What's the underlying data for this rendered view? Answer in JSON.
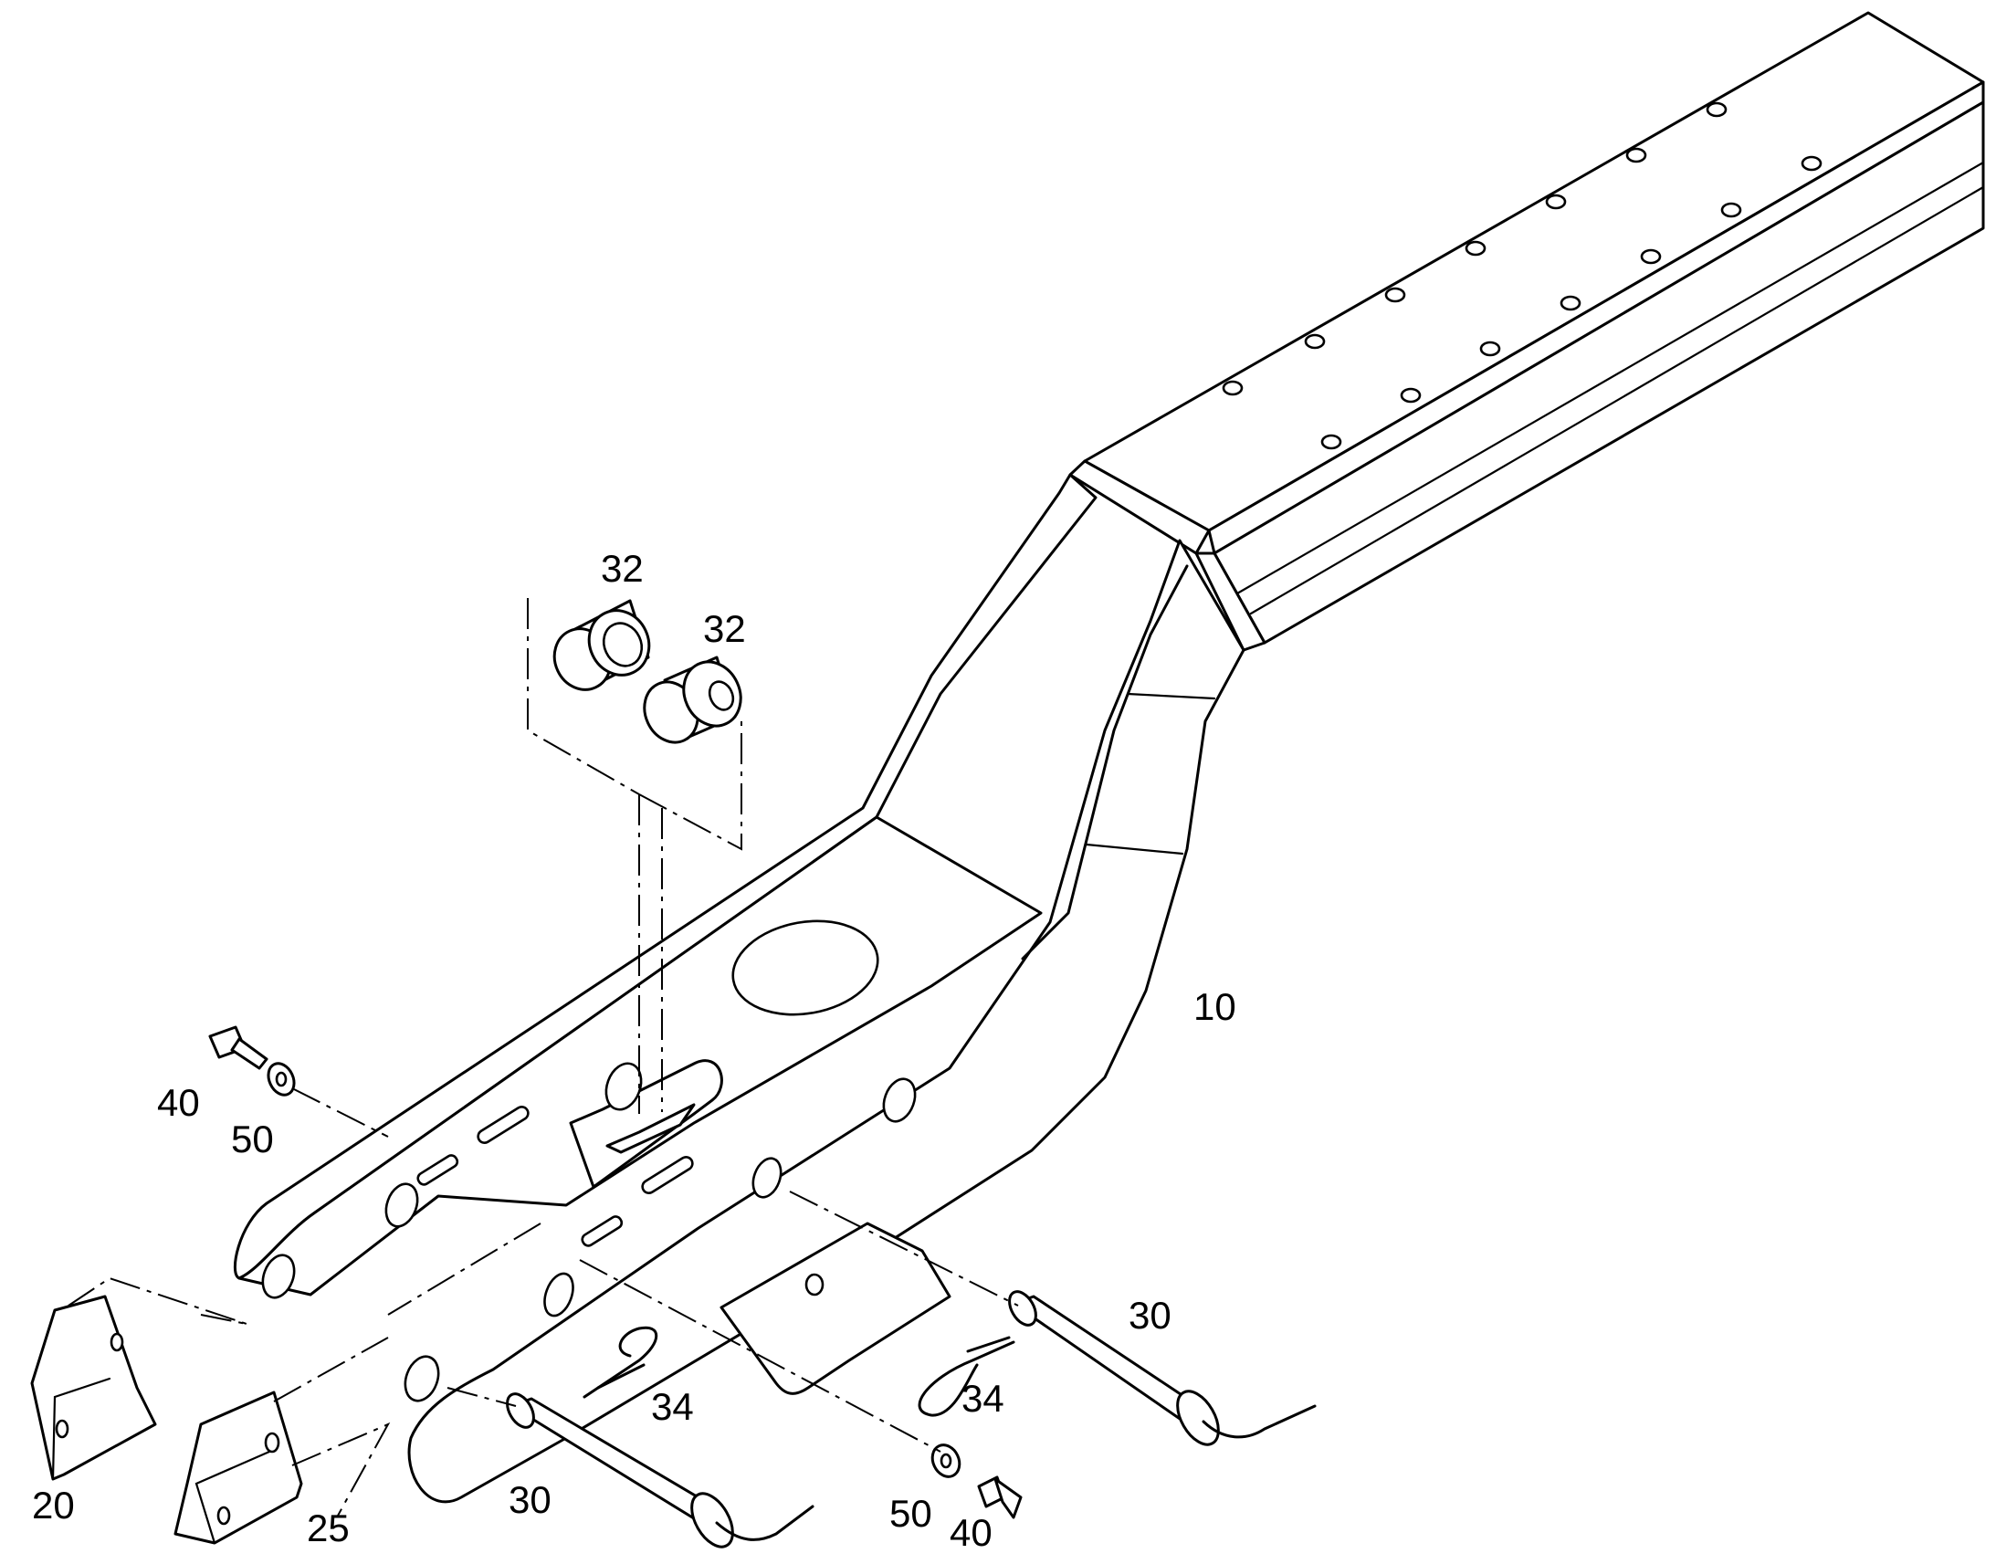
{
  "labels": {
    "frame": "10",
    "bracket_left": "20",
    "bracket_right": "25",
    "pin_right": "30",
    "pin_left": "30",
    "bushing_left": "32",
    "bushing_right": "32",
    "clip_left": "34",
    "clip_right": "34",
    "bolt_left": "40",
    "bolt_right": "40",
    "washer_left": "50",
    "washer_right": "50"
  }
}
